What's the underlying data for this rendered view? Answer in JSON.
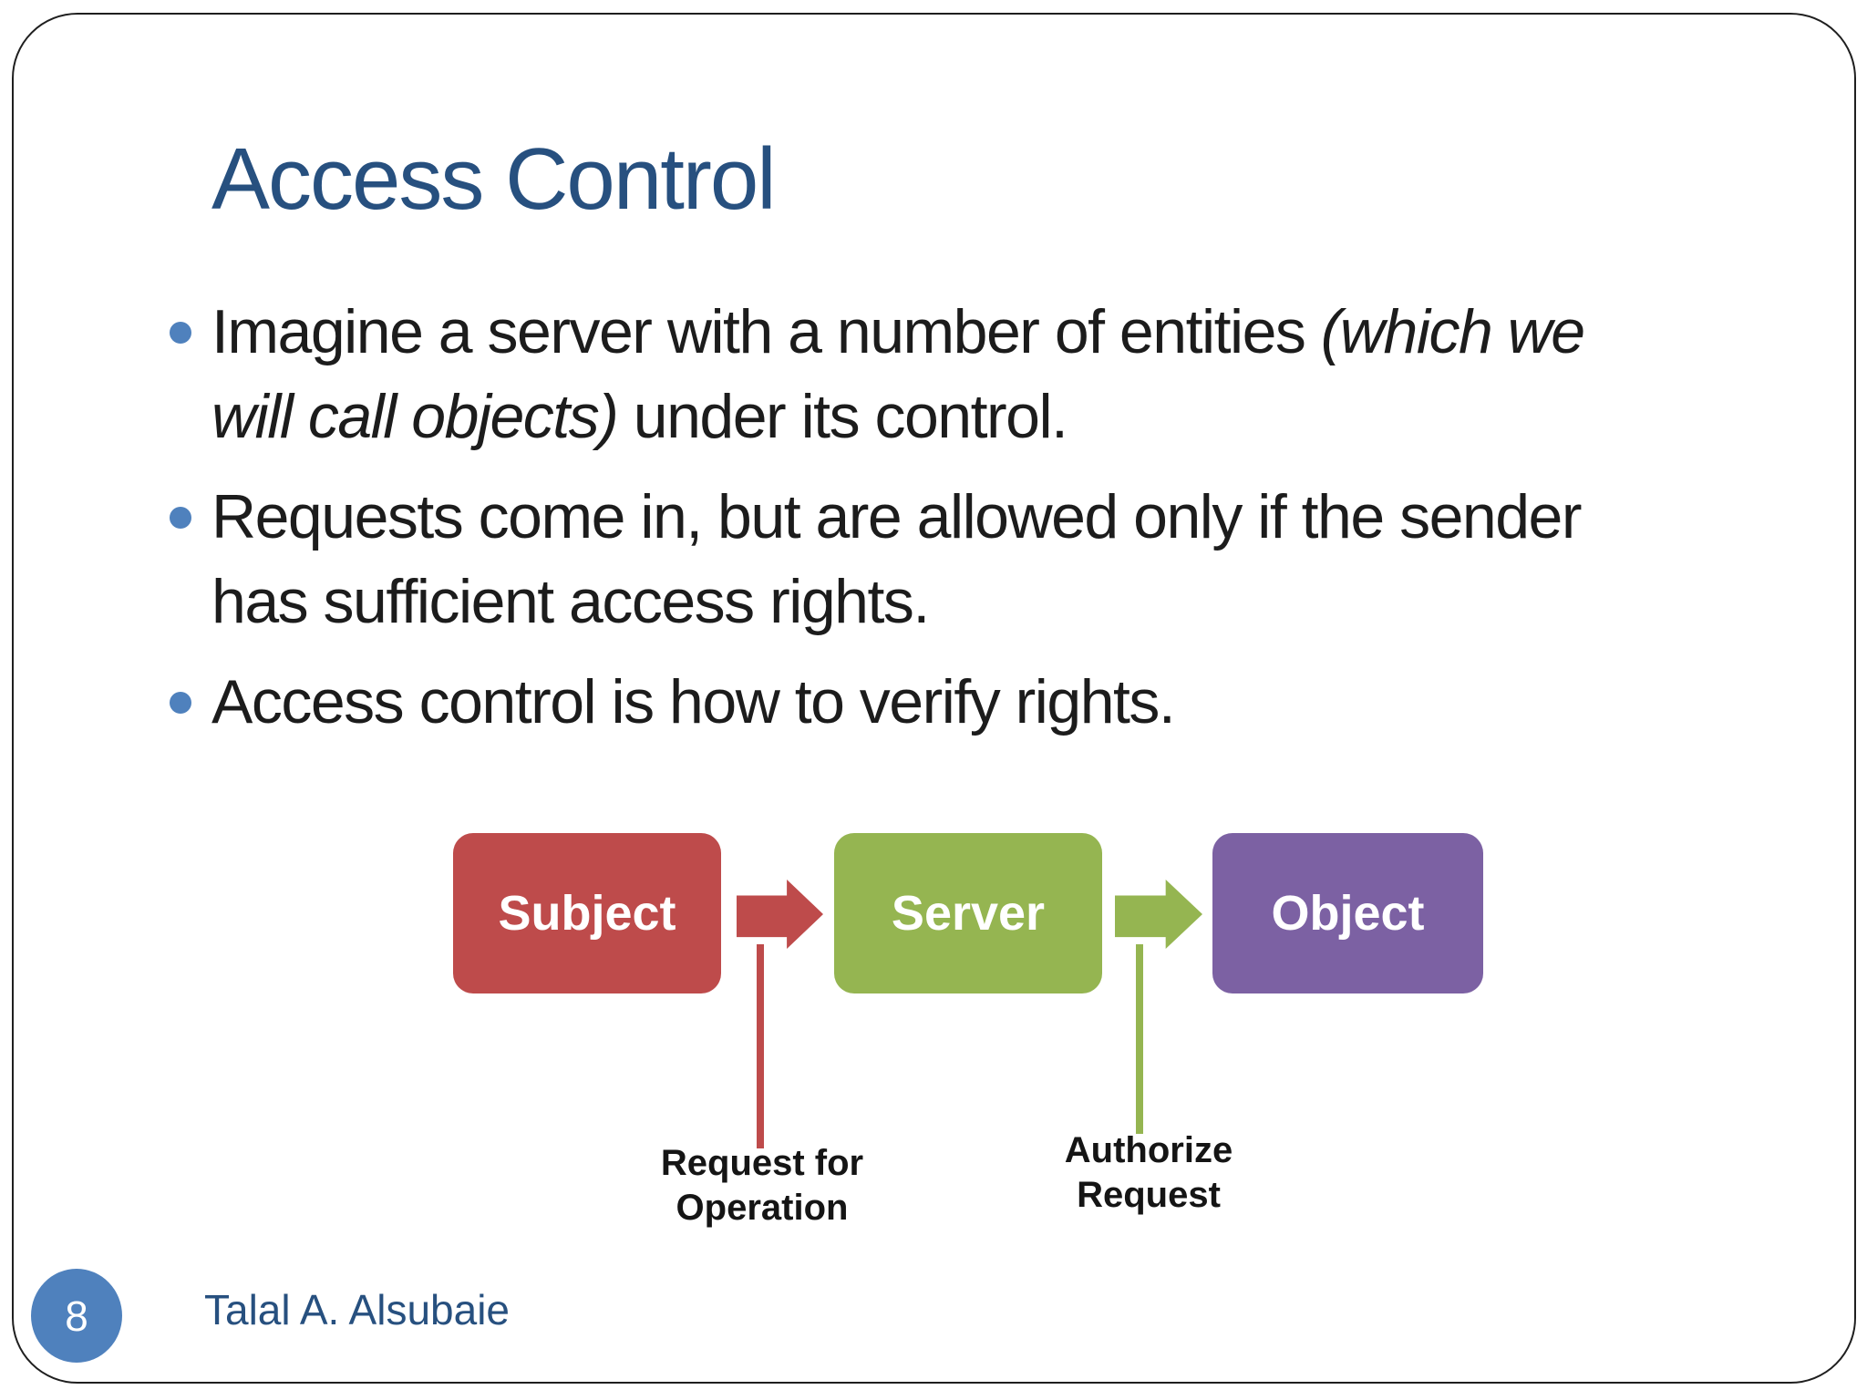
{
  "slide": {
    "title": "Access Control",
    "page_number": "8",
    "footer": "Talal A. Alsubaie",
    "bullets": [
      {
        "pre": "Imagine a server with a number of entities ",
        "italic": "(which we will call objects)",
        "post": " under its control."
      },
      {
        "pre": "Requests come in, but are allowed only if the sender has sufficient access rights.",
        "italic": "",
        "post": ""
      },
      {
        "pre": "Access control is how to verify rights.",
        "italic": "",
        "post": ""
      }
    ],
    "diagram": {
      "nodes": [
        {
          "label": "Subject",
          "color": "#be4b4b"
        },
        {
          "label": "Server",
          "color": "#95b551"
        },
        {
          "label": "Object",
          "color": "#7c61a3"
        }
      ],
      "arrows": [
        {
          "label": "Request for Operation",
          "color": "#be4b4b"
        },
        {
          "label": "Authorize Request",
          "color": "#95b551"
        }
      ]
    },
    "colors": {
      "title_text": "#27507f",
      "body_text": "#1c1c1c",
      "bullet_marker": "#4f81bd",
      "footer_circle": "#4f81bd",
      "footer_text": "#27507f",
      "slide_border": "#1f1f1f"
    }
  }
}
